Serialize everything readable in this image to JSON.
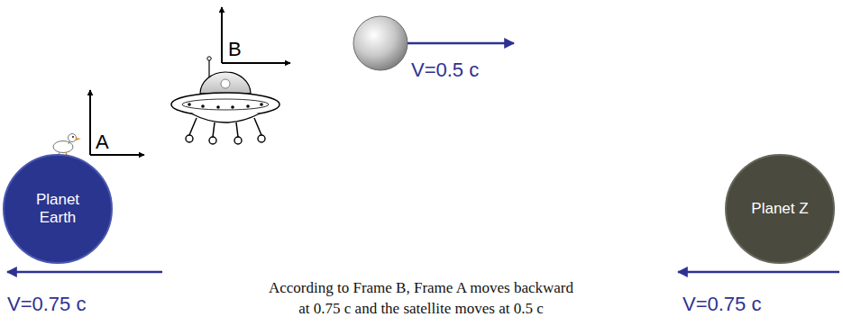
{
  "diagram": {
    "caption": "According to Frame B, Frame A moves backward at 0.75 c and the satellite moves at 0.5 c",
    "nodes": [
      {
        "text": [
          "Planet Earth"
        ]
      },
      {
        "text": [
          "Planet Z"
        ]
      }
    ],
    "labels": [
      "A",
      "B",
      "V=0.5 c",
      "V=0.75 c",
      "V=0.75 c"
    ]
  }
}
